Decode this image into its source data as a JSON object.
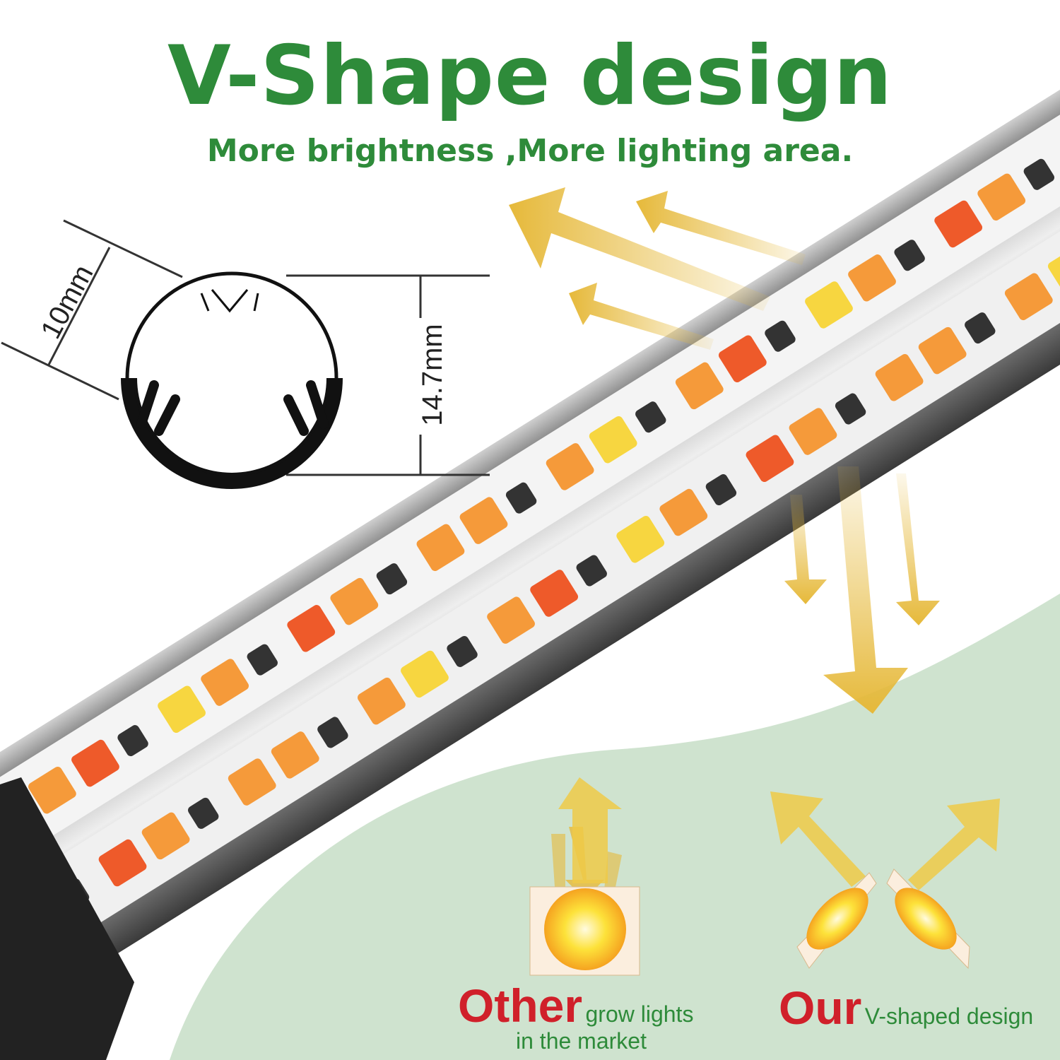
{
  "header": {
    "title": "V-Shape design",
    "subtitle": "More brightness ,More lighting area."
  },
  "dimensions": {
    "width_label": "10mm",
    "height_label": "14.7mm"
  },
  "comparison": {
    "other": {
      "highlight": "Other",
      "text_line1": "grow lights",
      "text_line2": "in  the market"
    },
    "ours": {
      "highlight": "Our",
      "text": "V-shaped design"
    }
  },
  "colors": {
    "title_green": "#2e8b3a",
    "highlight_red": "#d0202a",
    "background_green": "#cfe3cf",
    "arrow_gold": "#e6b93a",
    "led_orange": "#f59a3a",
    "led_red": "#ee5a2a",
    "led_yellow": "#f7d640"
  }
}
